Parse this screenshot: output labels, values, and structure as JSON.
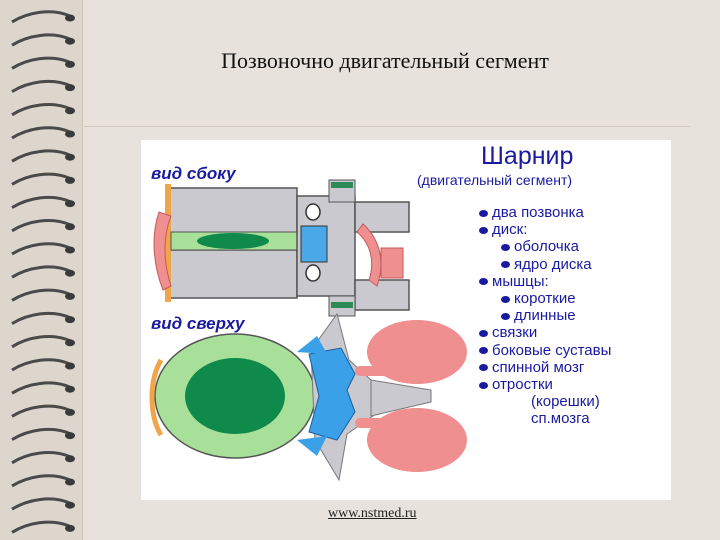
{
  "slide": {
    "title": "Позвоночно двигательный сегмент",
    "footer": "www.nstmed.ru"
  },
  "figure": {
    "hinge_title": "Шарнир",
    "hinge_subtitle": "(двигательный сегмент)",
    "side_view_label": "вид сбоку",
    "top_view_label": "вид сверху",
    "items": [
      {
        "text": "два позвонка",
        "level": 1
      },
      {
        "text": "диск:",
        "level": 1
      },
      {
        "text": "оболочка",
        "level": 2
      },
      {
        "text": "ядро диска",
        "level": 2
      },
      {
        "text": "мышцы:",
        "level": 1
      },
      {
        "text": "короткие",
        "level": 2
      },
      {
        "text": "длинные",
        "level": 2
      },
      {
        "text": "связки",
        "level": 1
      },
      {
        "text": "боковые суставы",
        "level": 1
      },
      {
        "text": "спинной мозг",
        "level": 1
      },
      {
        "text": "отростки",
        "level": 1
      },
      {
        "text": "(корешки)",
        "level": 3
      },
      {
        "text": "сп.мозга",
        "level": 3
      }
    ]
  },
  "colors": {
    "label_blue": "#1a1aa0",
    "vertebra_grey": "#c9c9cf",
    "disc_green": "#0f8a4a",
    "nerve_blue": "#3aa0e8",
    "muscle_pink": "#f08f90"
  }
}
